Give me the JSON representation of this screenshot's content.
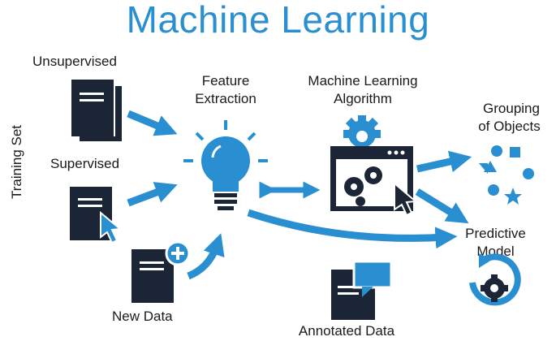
{
  "title": "Machine Learning",
  "side_label": "Training Set",
  "labels": {
    "unsupervised": "Unsupervised",
    "supervised": "Supervised",
    "new_data": "New Data",
    "feature_line1": "Feature",
    "feature_line2": "Extraction",
    "algorithm_line1": "Machine Learning",
    "algorithm_line2": "Algorithm",
    "grouping_line1": "Grouping",
    "grouping_line2": "of Objects",
    "predictive_line1": "Predictive",
    "predictive_line2": "Model",
    "annotated": "Annotated Data"
  },
  "colors": {
    "accent": "#2a8fd0",
    "dark": "#1b2535",
    "text": "#1a1a1a"
  },
  "icons": [
    "document-icon",
    "cursor-icon",
    "plus-icon",
    "lightbulb-icon",
    "gear-icon",
    "window-icon",
    "shapes-icon",
    "refresh-gear-icon",
    "chat-document-icon"
  ]
}
